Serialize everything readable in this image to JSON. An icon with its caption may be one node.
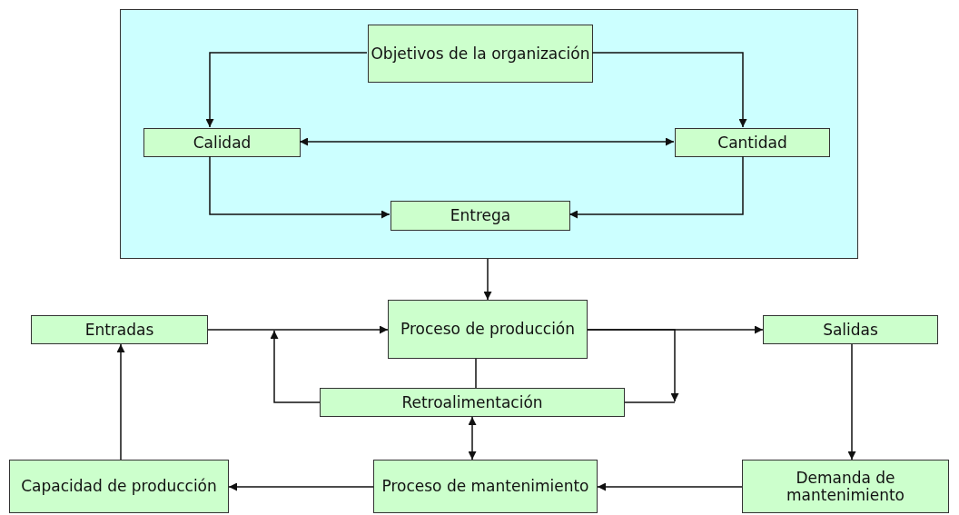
{
  "diagram": {
    "nodes": [
      {
        "text": [],
        "shape": "box"
      },
      {
        "text": [
          "Objetivos de la organización"
        ],
        "in": 0
      },
      {
        "text": [
          "Calidad"
        ],
        "in": 0
      },
      {
        "text": [
          "Cantidad"
        ],
        "in": 0
      },
      {
        "text": [
          "Entrega"
        ],
        "in": 0
      },
      {
        "text": [
          "Entradas"
        ]
      },
      {
        "text": [
          "Proceso de producción"
        ]
      },
      {
        "text": [
          "Salidas"
        ]
      },
      {
        "text": [
          "Retroalimentación"
        ]
      },
      {
        "text": [
          "Capacidad de producción"
        ]
      },
      {
        "text": [
          "Proceso de mantenimiento"
        ]
      },
      {
        "text": [
          "Demanda de mantenimiento"
        ]
      }
    ],
    "edges": [
      {
        "from": 1,
        "to": 2,
        "arrow": "to"
      },
      {
        "from": 1,
        "to": 3,
        "arrow": "to"
      },
      {
        "from": 2,
        "to": 3,
        "arrow": "both"
      },
      {
        "from": 2,
        "to": 4,
        "arrow": "to"
      },
      {
        "from": 3,
        "to": 4,
        "arrow": "to"
      },
      {
        "from": 0,
        "to": 6,
        "arrow": "to"
      },
      {
        "from": 5,
        "to": 6,
        "arrow": "to"
      },
      {
        "from": 6,
        "to": 7,
        "arrow": "to"
      },
      {
        "from": 6,
        "to": 8,
        "arrow": "none"
      },
      {
        "from": 8,
        "to": null,
        "arrow": "to"
      },
      {
        "from": 6,
        "to": null,
        "arrow": "to"
      },
      {
        "from": 8,
        "to": null,
        "arrow": "none"
      },
      {
        "from": 8,
        "to": 10,
        "arrow": "both"
      },
      {
        "from": 7,
        "to": 11,
        "arrow": "to"
      },
      {
        "from": 11,
        "to": 10,
        "arrow": "to"
      },
      {
        "from": 10,
        "to": 9,
        "arrow": "to"
      },
      {
        "from": 9,
        "to": 5,
        "arrow": "to"
      }
    ]
  }
}
